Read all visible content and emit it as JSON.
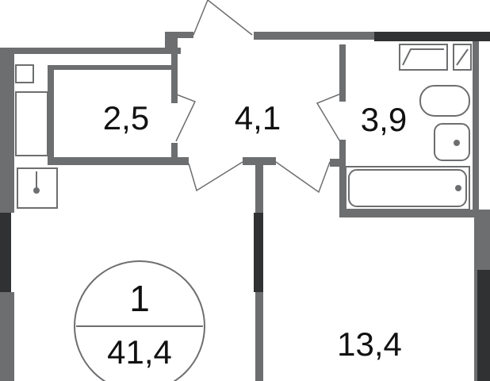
{
  "rooms": [
    {
      "id": "storage",
      "area": "2,5"
    },
    {
      "id": "hall",
      "area": "4,1"
    },
    {
      "id": "bathroom",
      "area": "3,9"
    },
    {
      "id": "bedroom",
      "area": "13,4"
    }
  ],
  "badge": {
    "rooms_count": "1",
    "total_area": "41,4"
  },
  "colors": {
    "wall": "#6d6e70",
    "window": "#2f3133",
    "fixture": "#6d6e70",
    "background": "#ffffff"
  }
}
